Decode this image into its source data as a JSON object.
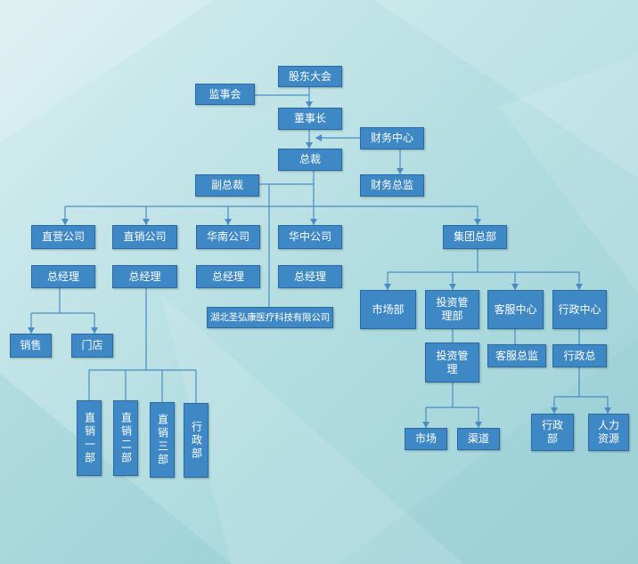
{
  "nodes": {
    "gudong": "股东大会",
    "jianshi": "监事会",
    "dongshi": "董事长",
    "caiwu_zx": "财务中心",
    "zongcai": "总裁",
    "caiwu_zj": "财务总监",
    "fuzong": "副总裁",
    "zhiying": "直营公司",
    "zhixiao": "直销公司",
    "huanan": "华南公司",
    "huazhong": "华中公司",
    "jituan": "集团总部",
    "zjl1": "总经理",
    "zjl2": "总经理",
    "zjl3": "总经理",
    "zjl4": "总经理",
    "hubei": "湖北圣弘康医疗科技有限公司",
    "xiaoshou": "销售",
    "mendian": "门店",
    "zx1": "直销一部",
    "zx2": "直销二部",
    "zx3": "直销三部",
    "xingzheng_b": "行政部",
    "shichang_b": "市场部",
    "touzi_b": "投资管理部",
    "kefu_zx": "客服中心",
    "xingzheng_zx": "行政中心",
    "touzi_gl": "投资管理",
    "kefu_zj": "客服总监",
    "xingzheng_z": "行政总",
    "shichang": "市场",
    "qudao": "渠道",
    "xzb2": "行政部",
    "renli": "人力资源"
  },
  "colors": {
    "box": "#3f88c6",
    "line": "#4a8cc4"
  }
}
